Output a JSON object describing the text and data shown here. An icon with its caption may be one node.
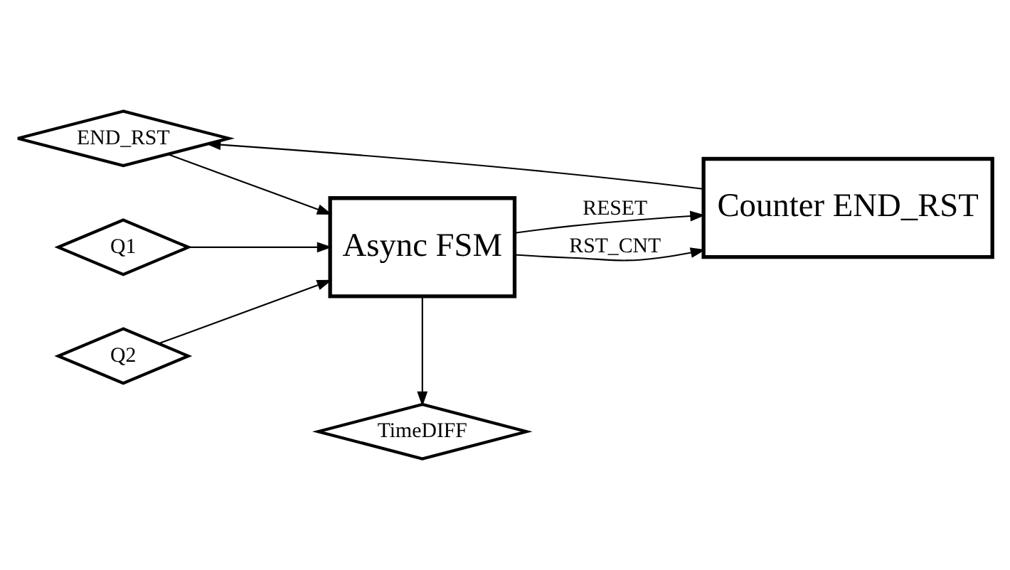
{
  "diagram": {
    "nodes": [
      {
        "text": [
          "TimeDIFF"
        ]
      },
      {
        "text": [
          "Async FSM"
        ]
      },
      {
        "text": [
          "Counter END_RST"
        ]
      },
      {
        "text": [
          "Q1"
        ]
      },
      {
        "text": [
          "Q2"
        ]
      },
      {
        "text": [
          "END_RST"
        ]
      }
    ],
    "edges": [
      {
        "from": 3,
        "to": 1,
        "arrow": "to"
      },
      {
        "from": 4,
        "to": 1,
        "arrow": "to"
      },
      {
        "from": 5,
        "to": 1,
        "arrow": "to"
      },
      {
        "from": 1,
        "to": 0,
        "arrow": "to"
      },
      {
        "from": 1,
        "to": 2,
        "arrow": "to",
        "label": "RESET"
      },
      {
        "from": 1,
        "to": 2,
        "arrow": "to",
        "label": "RST_CNT"
      },
      {
        "from": 2,
        "to": 5,
        "arrow": "to"
      }
    ]
  }
}
